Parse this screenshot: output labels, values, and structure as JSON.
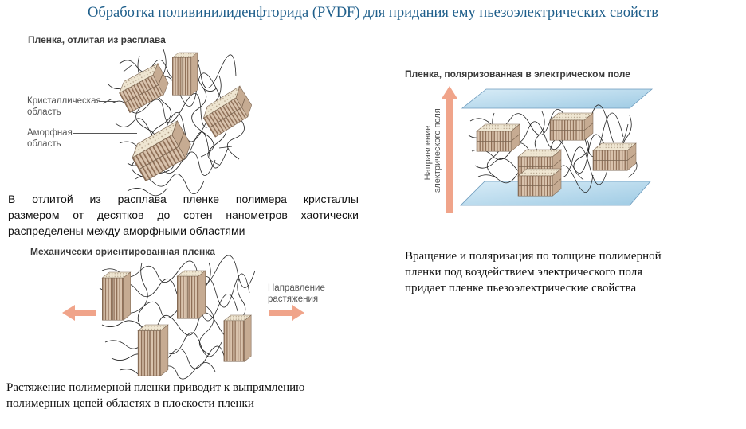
{
  "title": "Обработка поливинилиденфторида (PVDF) для придания ему пьезоэлектрических свойств",
  "melt_cast": {
    "heading": "Пленка, отлитая из расплава",
    "label_crystalline_1": "Кристаллическая",
    "label_crystalline_2": "область",
    "label_amorphous_1": "Аморфная",
    "label_amorphous_2": "область",
    "caption_line1": "В отлитой из расплава пленке полимера кристаллы",
    "caption_line2": "размером от десятков до сотен нанометров хаотически",
    "caption_line3": "распределены между аморфными областями"
  },
  "polarized": {
    "heading": "Пленка, поляризованная в электрическом поле",
    "axis_label_1": "Направление",
    "axis_label_2": "электрического поля",
    "caption_line1": "Вращение и поляризация по толщине полимерной",
    "caption_line2": "пленки под воздействием электрического поля",
    "caption_line3": "придает пленке пьезоэлектрические свойства"
  },
  "stretched": {
    "heading": "Механически ориентированная пленка",
    "direction_label_1": "Направление",
    "direction_label_2": "растяжения",
    "caption_line1": "Растяжение полимерной пленки приводит к выпрямлению",
    "caption_line2": "полимерных цепей областях в плоскости пленки"
  },
  "colors": {
    "title": "#1f5f8b",
    "arrow": "#f0a48a",
    "plate": "#b9d9ec",
    "crystal_face": "#d9c3ad",
    "crystal_top": "#efe6d2",
    "chain": "#222222"
  }
}
